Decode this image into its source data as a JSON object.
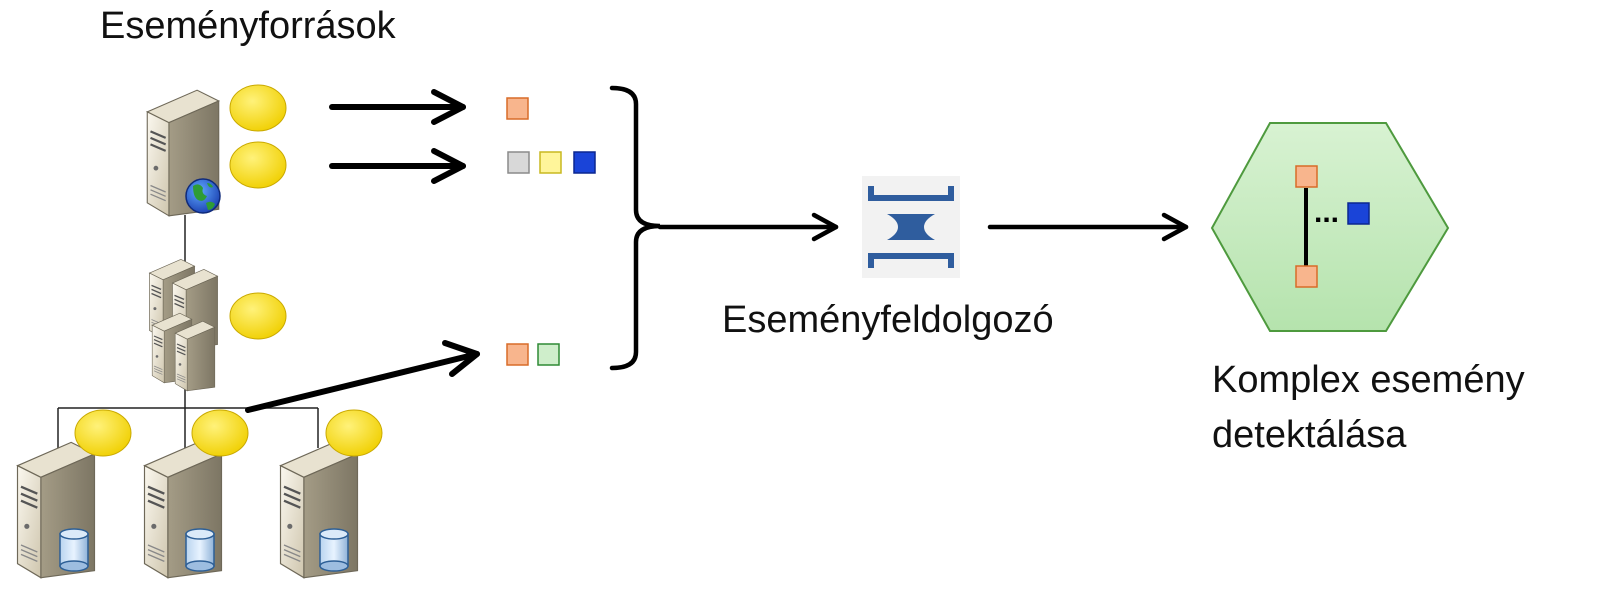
{
  "labels": {
    "event_sources": "Eseményforrások",
    "event_processor": "Eseményfeldolgozó",
    "complex_line1": "Komplex esemény",
    "complex_line2": "detektálása",
    "ellipsis": "..."
  },
  "colors": {
    "arrow": "#000000",
    "event_yellow": "#f5d800",
    "event_orange": "#f8b58d",
    "event_grey": "#d8d8d8",
    "event_lightyellow": "#fff59a",
    "event_blue": "#1a44d8",
    "event_green": "#cfeecb",
    "hexagon_fill": "#c6eac0",
    "hexagon_stroke": "#4e9a3e",
    "processor_blue": "#2f5d9e",
    "server_body": "#e9e2cf"
  },
  "icons": {
    "web_server": "server-with-globe-icon",
    "cluster": "server-cluster-icon",
    "db_server": "database-server-icon",
    "processor": "xi-operator-icon",
    "complex_event": "hexagon-pattern-icon"
  }
}
